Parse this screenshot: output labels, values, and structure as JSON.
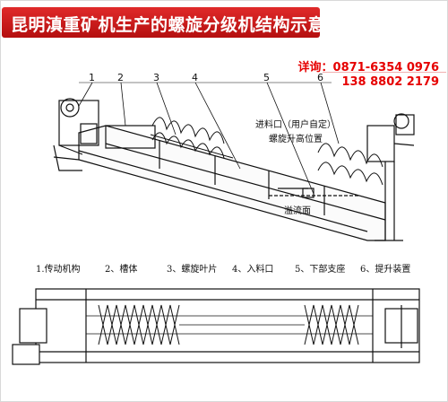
{
  "title": "昆明滇重矿机生产的螺旋分级机结构示意图",
  "contact": {
    "phone_line": "详询：0871-6354 0976",
    "mobile_line": "138 8802 2179"
  },
  "part_numbers": [
    "1",
    "2",
    "3",
    "4",
    "5",
    "6"
  ],
  "callouts": {
    "inlet": "进料口（用户自定）",
    "spiral_height": "螺旋升高位置",
    "overflow": "溢流面"
  },
  "legend": [
    "1.传动机构",
    "2、槽体",
    "3、螺旋叶片",
    "4、入料口",
    "5、下部支座",
    "6、提升装置"
  ],
  "colors": {
    "title_bg": "#c81414",
    "title_text": "#ffffff",
    "contact_text": "#e60000",
    "line": "#111111"
  }
}
